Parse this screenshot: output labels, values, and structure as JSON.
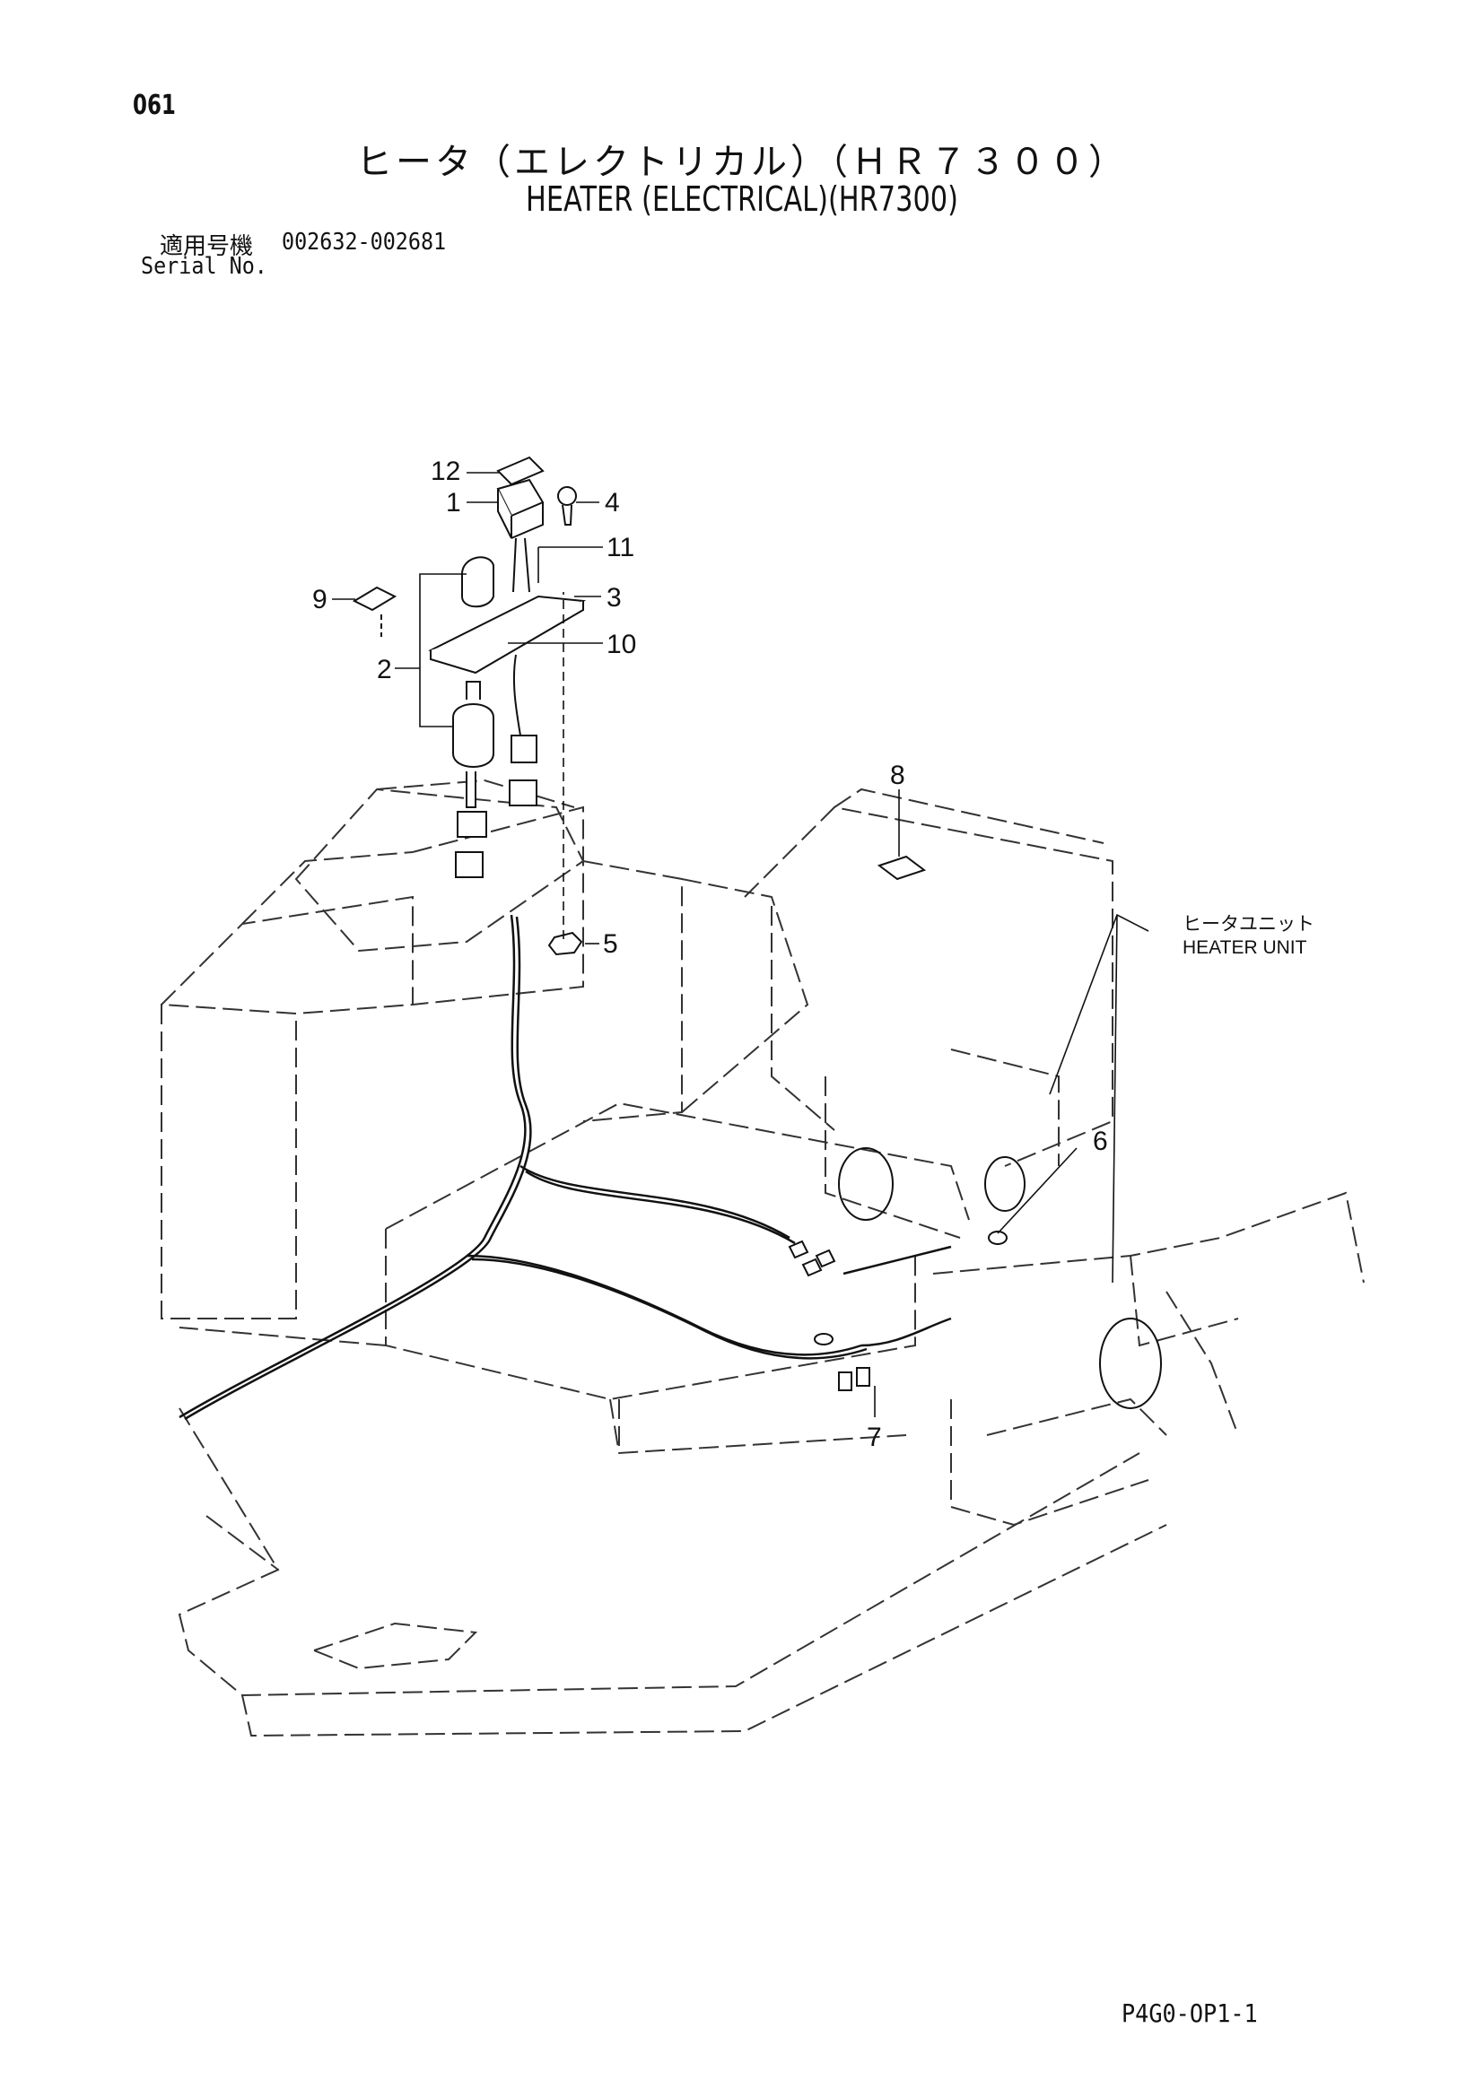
{
  "header": {
    "page_number": "061",
    "title_jp": "ヒータ（エレクトリカル）（ＨＲ７３００）",
    "title_en": "HEATER (ELECTRICAL)(HR7300)",
    "serial_label_jp": "適用号機",
    "serial_range": "002632-002681",
    "serial_label_en": "Serial No."
  },
  "callouts": {
    "c1": "1",
    "c2": "2",
    "c3": "3",
    "c4": "4",
    "c5": "5",
    "c6": "6",
    "c7": "7",
    "c8": "8",
    "c9": "9",
    "c10": "10",
    "c11": "11",
    "c12": "12"
  },
  "heater_unit": {
    "label_jp": "ヒータユニット",
    "label_en": "HEATER UNIT"
  },
  "footer": {
    "doc_code": "P4G0-OP1-1"
  }
}
